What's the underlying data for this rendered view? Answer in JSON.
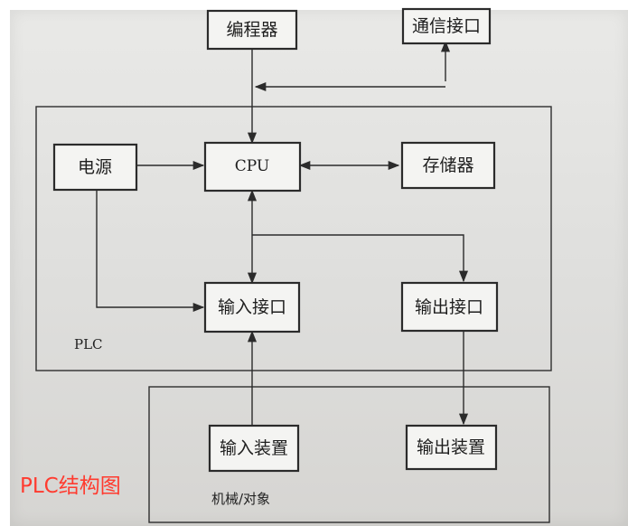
{
  "diagram": {
    "boxes": {
      "programmer": "编程器",
      "comm_interface": "通信接口",
      "power": "电源",
      "cpu": "CPU",
      "memory": "存储器",
      "input_interface": "输入接口",
      "output_interface": "输出接口",
      "input_device": "输入装置",
      "output_device": "输出装置"
    },
    "frame_labels": {
      "plc": "PLC",
      "machine": "机械/对象"
    },
    "watermark": "PLC结构图",
    "colors": {
      "watermark": "#ff3b2f",
      "line": "#2b2b2b"
    }
  }
}
